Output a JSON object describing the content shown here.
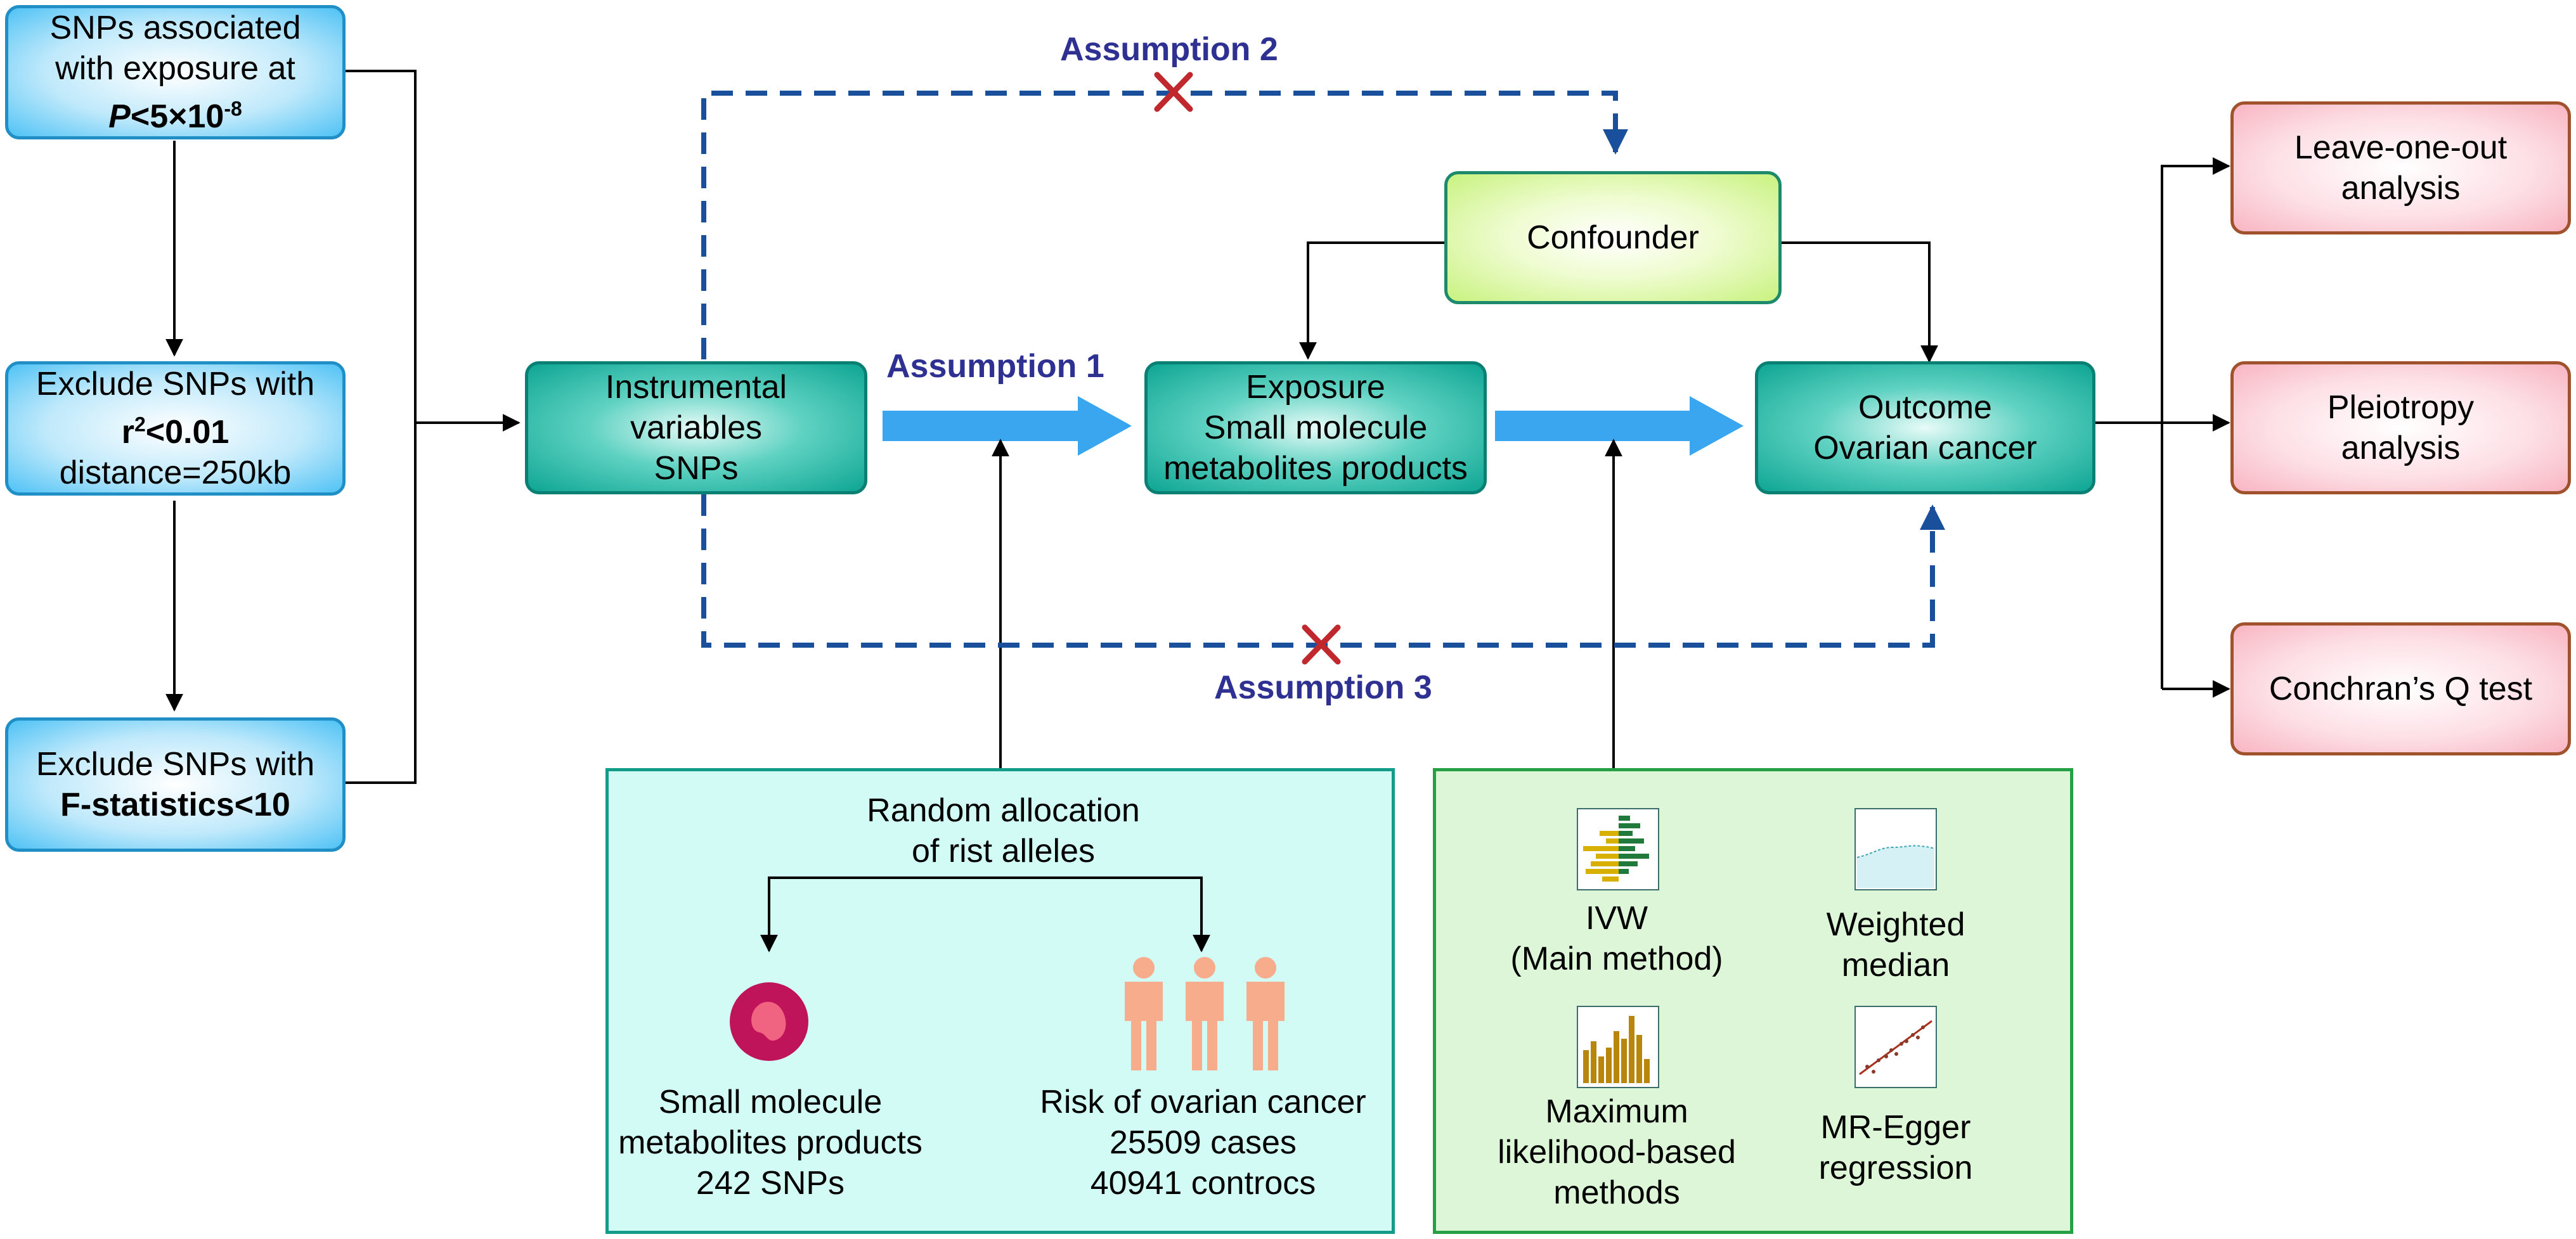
{
  "left_column": {
    "box1": {
      "line1": "SNPs associated",
      "line2": "with exposure at",
      "p_symbol": "P",
      "threshold_base": "<5×10",
      "threshold_exp": "-8"
    },
    "box2": {
      "line1": "Exclude SNPs with",
      "r_symbol": "r",
      "r_exp": "2",
      "r_value": "<0.01",
      "line3": "distance=250kb"
    },
    "box3": {
      "line1": "Exclude SNPs with",
      "line2": "F-statistics<10"
    }
  },
  "instrument_box": {
    "line1": "Instrumental",
    "line2": "variables",
    "line3": "SNPs"
  },
  "exposure_box": {
    "line1": "Exposure",
    "line2": "Small molecule",
    "line3": "metabolites products"
  },
  "confounder_box": {
    "label": "Confounder"
  },
  "outcome_box": {
    "line1": "Outcome",
    "line2": "Ovarian cancer"
  },
  "assumptions": {
    "a1": "Assumption 1",
    "a2": "Assumption 2",
    "a3": "Assumption 3"
  },
  "sensitivity": {
    "box1": {
      "line1": "Leave-one-out",
      "line2": "analysis"
    },
    "box2": {
      "line1": "Pleiotropy",
      "line2": "analysis"
    },
    "box3": {
      "line1": "Conchran’s Q test"
    }
  },
  "random_panel": {
    "heading1": "Random allocation",
    "heading2": "of rist alleles",
    "left": {
      "line1": "Small molecule",
      "line2": "metabolites products",
      "line3": "242 SNPs"
    },
    "right": {
      "line1": "Risk of ovarian cancer",
      "line2": "25509 cases",
      "line3": "40941 controcs"
    }
  },
  "methods_panel": {
    "ivw": {
      "line1": "IVW",
      "line2": "(Main method)"
    },
    "weighted": {
      "line1": "Weighted",
      "line2": "median"
    },
    "maxlik": {
      "line1": "Maximum",
      "line2": "likelihood-based",
      "line3": "methods"
    },
    "egger": {
      "line1": "MR-Egger",
      "line2": "regression"
    }
  },
  "colors": {
    "blue_box": "#4fc2f5",
    "teal_box": "#0ea593",
    "lime_box": "#c8f27f",
    "pink_box": "#f8b5c2",
    "big_arrow": "#3aa6f0",
    "dashed": "#1a4f9c",
    "cross": "#c0282d",
    "assumption_text": "#2e3192",
    "person": "#f7ad8c",
    "metabolite": "#c0145a"
  },
  "icons": [
    "metabolite-icon",
    "people-icon",
    "ivw-forest-icon",
    "weighted-median-icon",
    "histogram-icon",
    "scatter-regression-icon"
  ]
}
